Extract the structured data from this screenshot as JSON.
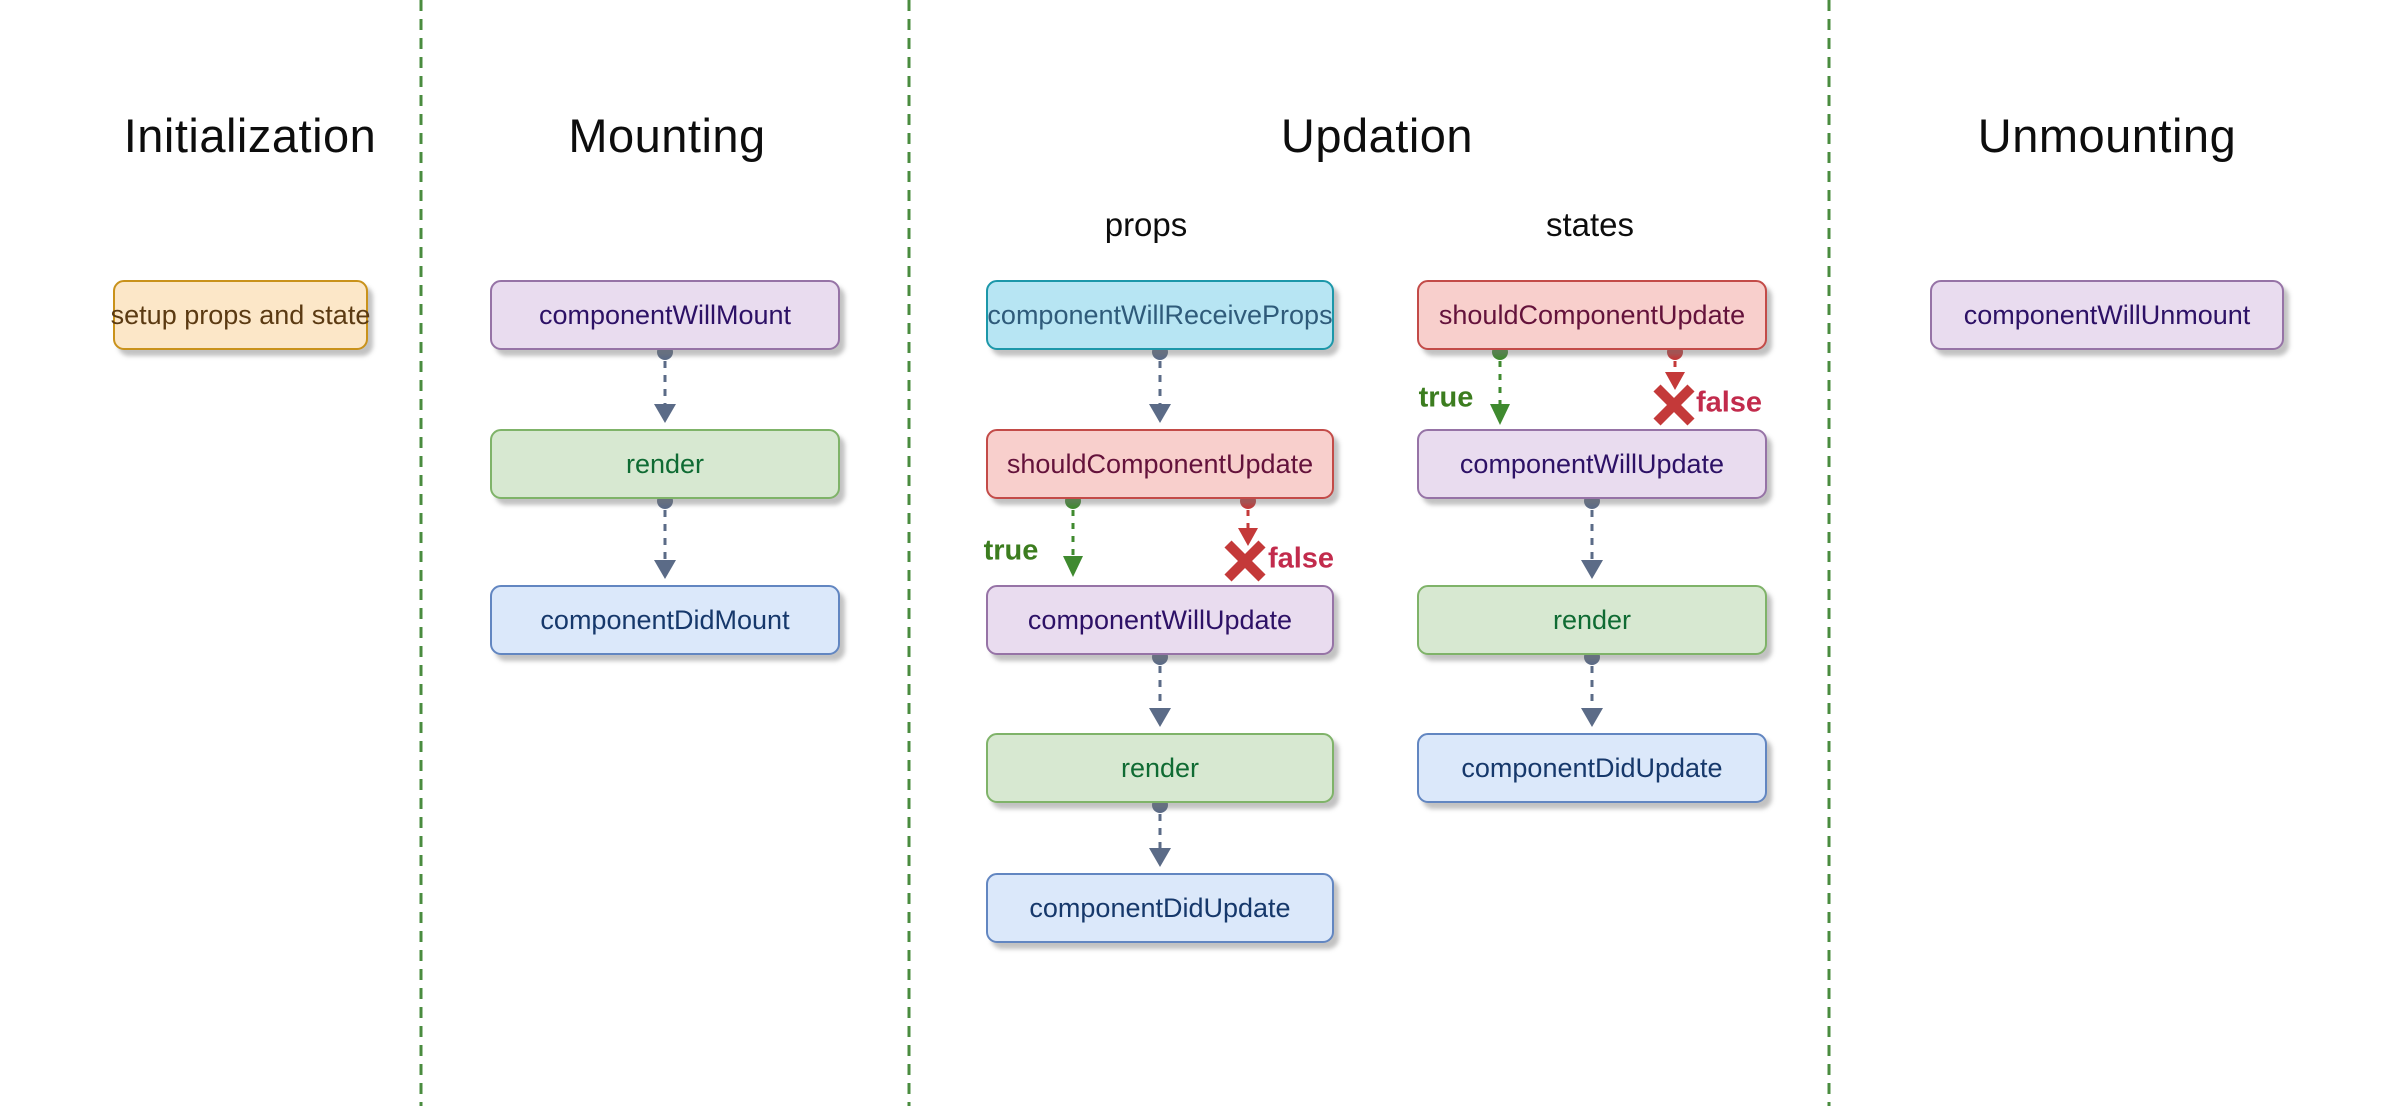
{
  "sections": [
    {
      "title": "Initialization",
      "nodes": [
        {
          "label": "setup props and state",
          "color": "orange"
        }
      ]
    },
    {
      "title": "Mounting",
      "nodes": [
        {
          "label": "componentWillMount",
          "color": "purple"
        },
        {
          "label": "render",
          "color": "green"
        },
        {
          "label": "componentDidMount",
          "color": "blue"
        }
      ]
    },
    {
      "title": "Updation",
      "columns": [
        {
          "label": "props",
          "true_label": "true",
          "false_label": "false",
          "nodes": [
            {
              "label": "componentWillReceiveProps",
              "color": "cyan"
            },
            {
              "label": "shouldComponentUpdate",
              "color": "red"
            },
            {
              "label": "componentWillUpdate",
              "color": "purple"
            },
            {
              "label": "render",
              "color": "green"
            },
            {
              "label": "componentDidUpdate",
              "color": "blue"
            }
          ]
        },
        {
          "label": "states",
          "true_label": "true",
          "false_label": "false",
          "nodes": [
            {
              "label": "shouldComponentUpdate",
              "color": "red"
            },
            {
              "label": "componentWillUpdate",
              "color": "purple"
            },
            {
              "label": "render",
              "color": "green"
            },
            {
              "label": "componentDidUpdate",
              "color": "blue"
            }
          ]
        }
      ]
    },
    {
      "title": "Unmounting",
      "nodes": [
        {
          "label": "componentWillUnmount",
          "color": "purple"
        }
      ]
    }
  ],
  "palette": {
    "orange": {
      "fill": "#FCE7C8",
      "border": "#C9921B",
      "text": "#5B3A12"
    },
    "purple": {
      "fill": "#E9DCEF",
      "border": "#9673A6",
      "text": "#2D1166"
    },
    "green": {
      "fill": "#D7E8D1",
      "border": "#7FB369",
      "text": "#0F6B33"
    },
    "blue": {
      "fill": "#DBE8FA",
      "border": "#6286C1",
      "text": "#16386B"
    },
    "cyan": {
      "fill": "#B7E5F3",
      "border": "#1C97A9",
      "text": "#2F5B7A"
    },
    "red": {
      "fill": "#F8CFCC",
      "border": "#C34B48",
      "text": "#64123B"
    },
    "divider_green": "#4A8C3F",
    "arrow_slate": "#5B6B87",
    "arrow_true_green": "#3F8A2F",
    "arrow_false_red": "#C43939",
    "true_text": "#3C7D1F",
    "false_text": "#C22B4C"
  }
}
